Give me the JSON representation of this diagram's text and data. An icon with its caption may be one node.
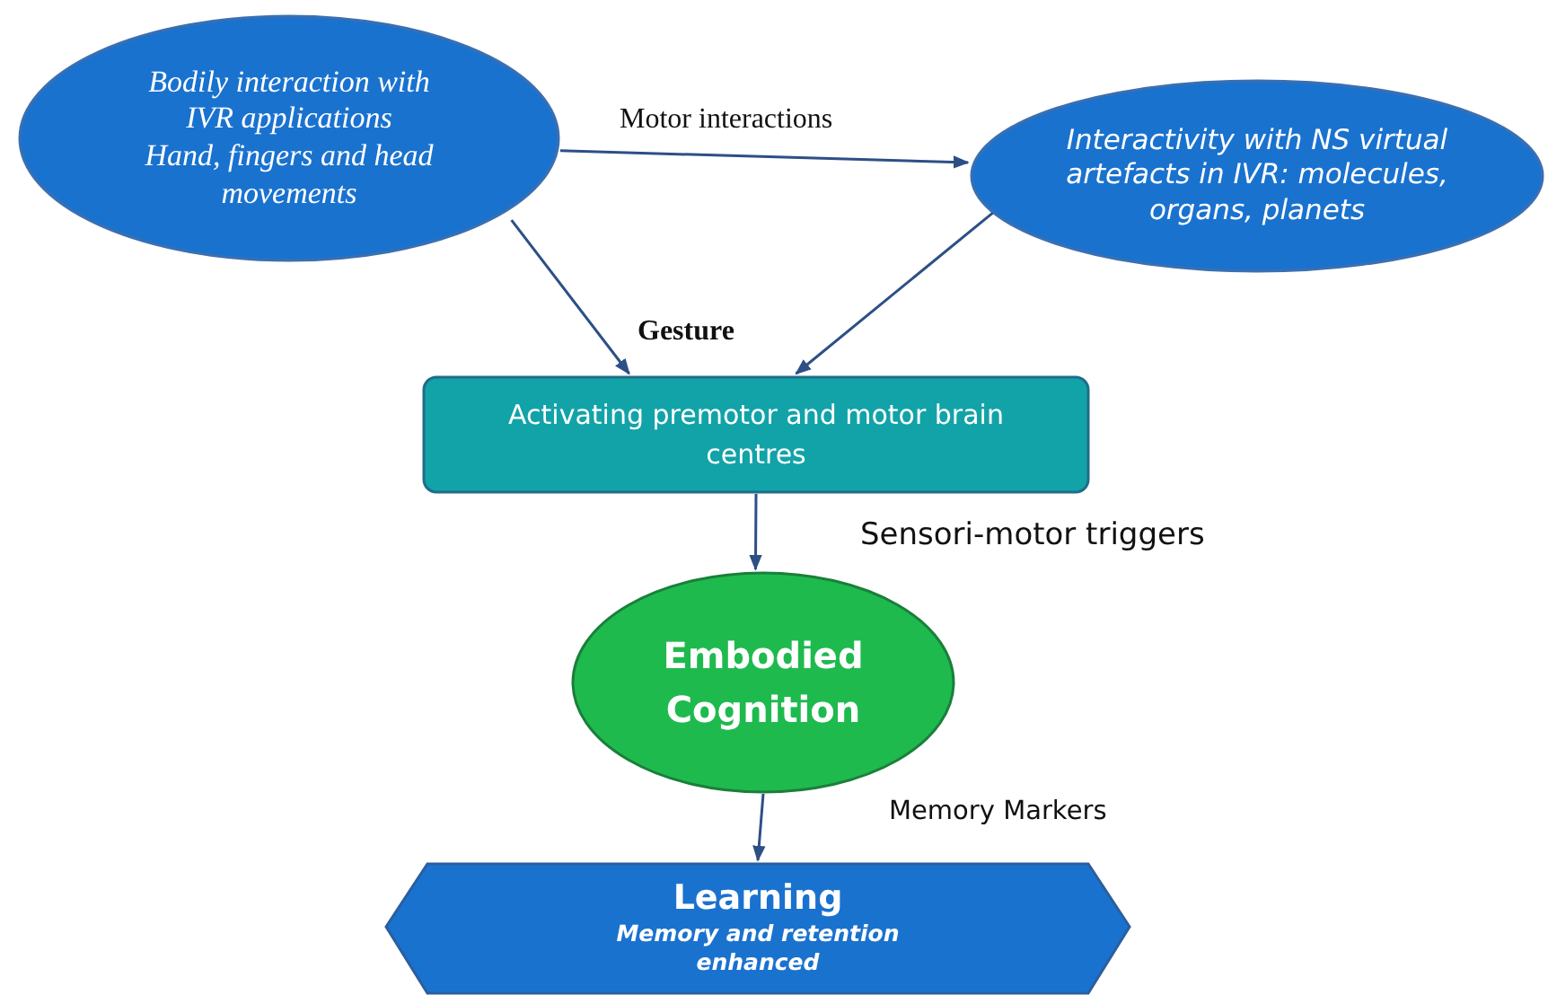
{
  "diagram": {
    "nodes": [
      {
        "text": [
          "Bodily interaction with IVR applications",
          "Hand, fingers and head movements"
        ]
      },
      {
        "text": [
          "Interactivity with NS virtual artefacts in IVR: molecules, organs, planets"
        ]
      },
      {
        "text": [
          "Activating premotor and motor brain centres"
        ]
      },
      {
        "text": [
          "Embodied Cognition"
        ]
      },
      {
        "text": [
          "Learning",
          "Memory and retention enhanced"
        ]
      }
    ],
    "edges": [
      {
        "from": 0,
        "to": 1,
        "arrow": "to",
        "label": "Motor interactions"
      },
      {
        "from": 0,
        "to": 2,
        "arrow": "to"
      },
      {
        "from": 1,
        "to": 2,
        "arrow": "to"
      },
      {
        "from": 2,
        "to": 3,
        "arrow": "to",
        "label": "Sensori-motor triggers"
      },
      {
        "from": 3,
        "to": 4,
        "arrow": "to",
        "label": "Memory Markers"
      }
    ],
    "labels": [
      "Gesture"
    ]
  }
}
